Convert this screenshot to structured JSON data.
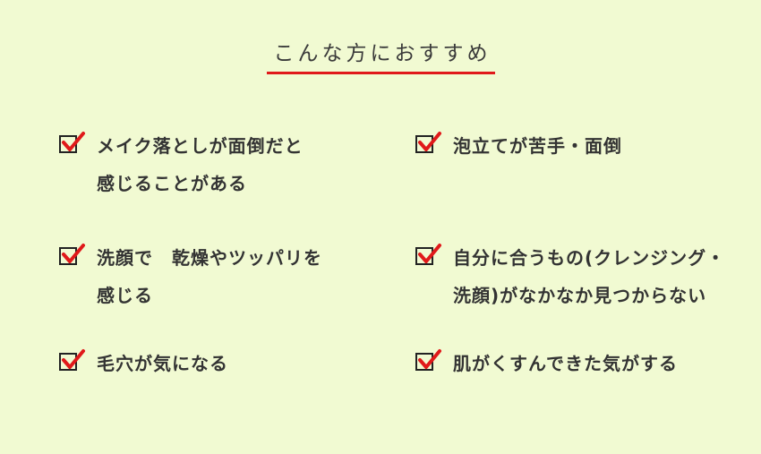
{
  "heading": {
    "title": "こんな方におすすめ",
    "underline_color": "#E0191A"
  },
  "colors": {
    "background": "#F1FAD2",
    "text": "#333333",
    "check": "#E0191A",
    "box": "#222222"
  },
  "checklist": {
    "items": [
      {
        "lines": [
          "メイク落としが面倒だと",
          "感じることがある"
        ],
        "checked": true,
        "icon": "checkbox-checked-icon"
      },
      {
        "lines": [
          "泡立てが苦手・面倒"
        ],
        "checked": true,
        "icon": "checkbox-checked-icon"
      },
      {
        "lines": [
          "洗顔で　乾燥やツッパリを",
          "感じる"
        ],
        "checked": true,
        "icon": "checkbox-checked-icon"
      },
      {
        "lines": [
          "自分に合うもの(クレンジング・",
          "洗顔)がなかなか見つからない"
        ],
        "checked": true,
        "icon": "checkbox-checked-icon"
      },
      {
        "lines": [
          "毛穴が気になる"
        ],
        "checked": true,
        "icon": "checkbox-checked-icon"
      },
      {
        "lines": [
          "肌がくすんできた気がする"
        ],
        "checked": true,
        "icon": "checkbox-checked-icon"
      }
    ]
  }
}
